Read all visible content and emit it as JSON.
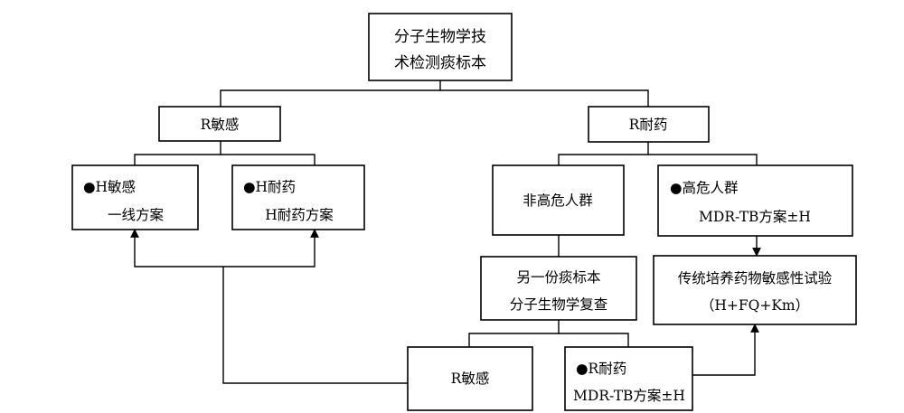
{
  "boxes": {
    "root": {
      "lines": [
        "分子生物学技",
        "术检测痰标本"
      ]
    },
    "r_sensitive": {
      "lines": [
        "R敏感"
      ]
    },
    "r_resistant": {
      "lines": [
        "R耐药"
      ]
    },
    "h_sensitive": {
      "bullet": "●",
      "lines": [
        "H敏感",
        "一线方案"
      ]
    },
    "h_resistant": {
      "bullet": "●",
      "lines": [
        "H耐药",
        "H耐药方案"
      ]
    },
    "non_high_risk": {
      "lines": [
        "非高危人群"
      ]
    },
    "high_risk": {
      "bullet": "●",
      "lines": [
        "高危人群",
        "MDR-TB方案±H"
      ]
    },
    "recheck": {
      "lines": [
        "另一份痰标本",
        "分子生物学复查"
      ]
    },
    "culture_dst": {
      "lines": [
        "传统培养药物敏感性试验",
        "（H+FQ+Km）"
      ]
    },
    "r_sensitive_2": {
      "lines": [
        "R敏感"
      ]
    },
    "r_resistant_2": {
      "bullet": "●",
      "lines": [
        "R耐药",
        "MDR-TB方案±H"
      ]
    }
  }
}
